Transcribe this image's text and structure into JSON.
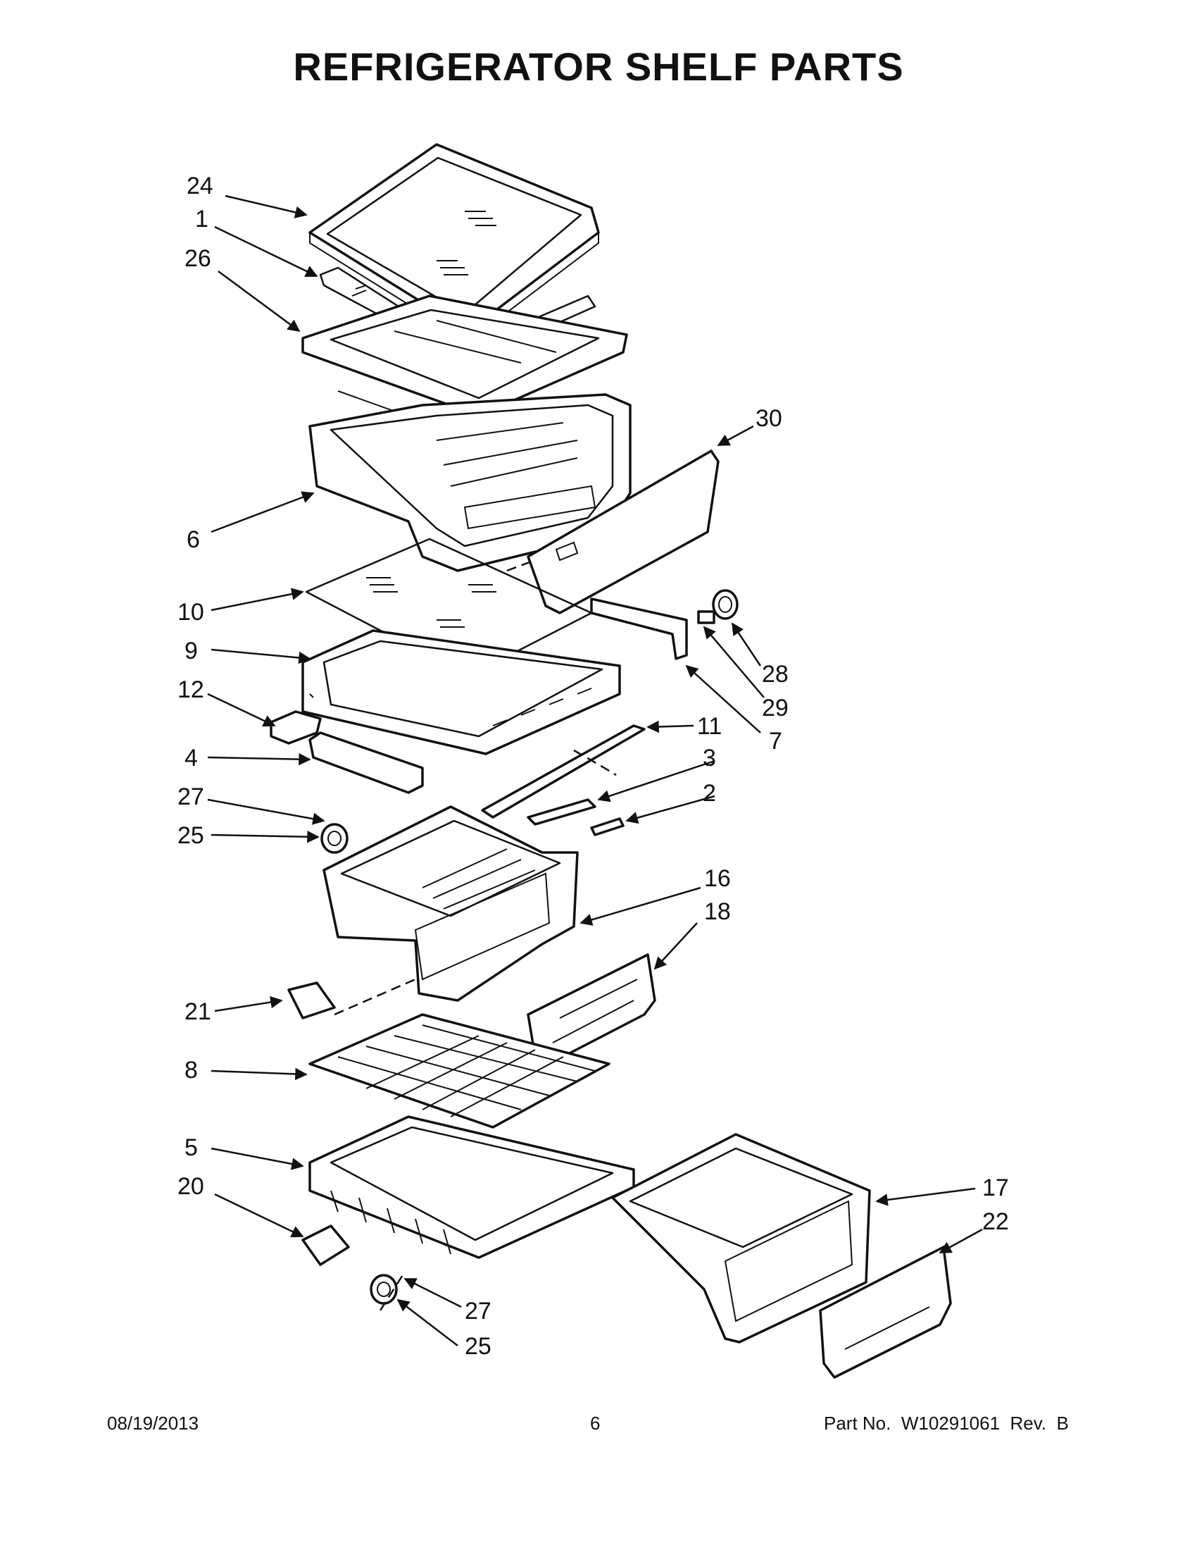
{
  "title": "REFRIGERATOR SHELF PARTS",
  "callouts": {
    "c24": "24",
    "c1": "1",
    "c26": "26",
    "c6": "6",
    "c30": "30",
    "c10": "10",
    "c9": "9",
    "c12": "12",
    "c4": "4",
    "c27a": "27",
    "c25a": "25",
    "c11": "11",
    "c3": "3",
    "c2": "2",
    "c28": "28",
    "c29": "29",
    "c7": "7",
    "c16": "16",
    "c18": "18",
    "c21": "21",
    "c8": "8",
    "c5": "5",
    "c20": "20",
    "c17": "17",
    "c22": "22",
    "c27b": "27",
    "c25b": "25"
  },
  "footer": {
    "date": "08/19/2013",
    "page": "6",
    "part": "Part No.  W10291061  Rev.  B"
  }
}
